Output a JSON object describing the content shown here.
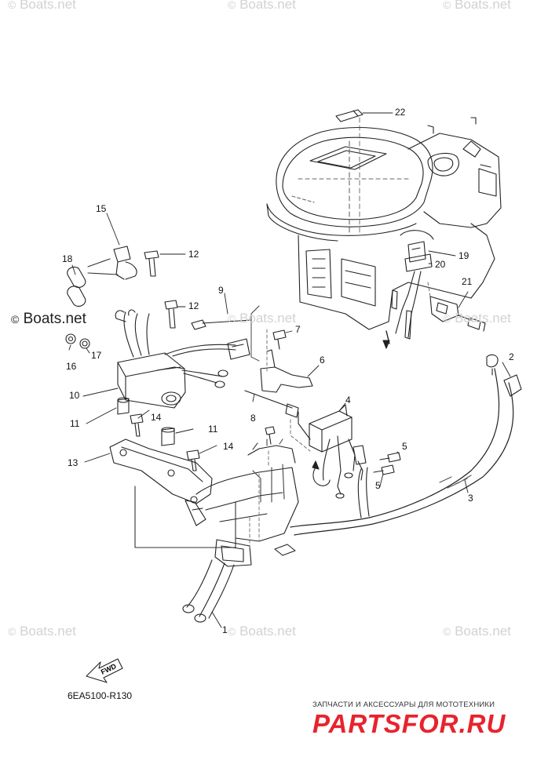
{
  "watermarks": {
    "text": "Boats.net",
    "copyright_symbol": "©"
  },
  "reference_code": "6EA5100-R130",
  "fwd_label": "FWD",
  "promo": {
    "tagline": "ЗАПЧАСТИ И АКСЕССУАРЫ ДЛЯ МОТОТЕХНИКИ",
    "logo": "PARTSFOR.RU",
    "color": "#e8232d"
  },
  "callouts": [
    "22",
    "15",
    "12",
    "18",
    "19",
    "20",
    "9",
    "12",
    "21",
    "7",
    "16",
    "17",
    "6",
    "2",
    "10",
    "4",
    "8",
    "11",
    "11",
    "14",
    "14",
    "5",
    "5",
    "13",
    "3",
    "1"
  ]
}
